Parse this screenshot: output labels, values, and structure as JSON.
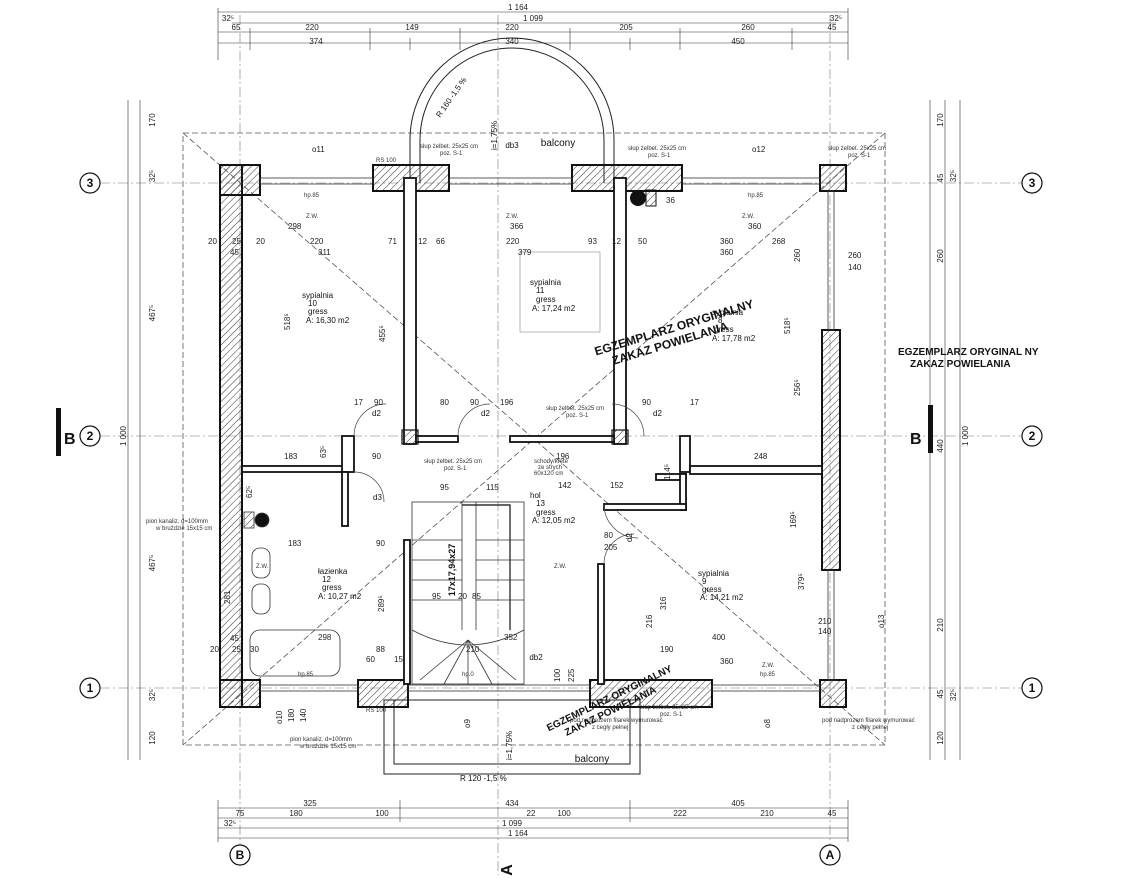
{
  "axes": {
    "a1": "1",
    "a2": "2",
    "a3": "3",
    "b": "B",
    "a": "A"
  },
  "dims_top": {
    "overall": "1 164",
    "inner": "1 099",
    "left_a": "32⁵",
    "right_a": "32⁵",
    "r1": [
      "65",
      "220",
      "149",
      "220",
      "205",
      "260",
      "45"
    ],
    "r2": [
      "374",
      "340",
      "450"
    ]
  },
  "dims_bottom": {
    "overall": "1 164",
    "inner": "1 099",
    "left": "32⁵",
    "r1": [
      "325",
      "434",
      "405"
    ],
    "r2": [
      "75",
      "180",
      "100",
      "22",
      "100",
      "222",
      "210",
      "45"
    ]
  },
  "dims_left": {
    "total": "1 000",
    "d1": "170",
    "d2": "32⁵",
    "d3": "467⁵",
    "d4": "467⁵",
    "d5": "32⁵",
    "d6": "120"
  },
  "dims_right": {
    "total": "1 000",
    "d1": "170",
    "d2": "45",
    "d3": "260",
    "d4": "440",
    "d5": "210",
    "d6": "45",
    "d7": "120",
    "d8": "32⁵",
    "d9": "32⁵"
  },
  "rooms": [
    {
      "name": "sypialnia",
      "num": "10",
      "floor": "gress",
      "area": "A: 16,30 m2"
    },
    {
      "name": "sypialnia",
      "num": "11",
      "floor": "gress",
      "area": "A: 17,24 m2"
    },
    {
      "name": "sypialnia",
      "num": "8",
      "floor": "gress",
      "area": "A: 17,78 m2"
    },
    {
      "name": "hol",
      "num": "13",
      "floor": "gress",
      "area": "A: 12,05 m2"
    },
    {
      "name": "łazienka",
      "num": "12",
      "floor": "gress",
      "area": "A: 10,27 m2"
    },
    {
      "name": "sypialnia",
      "num": "9",
      "floor": "gress",
      "area": "A: 14,21 m2"
    }
  ],
  "labels": {
    "balcony_top": "balcony",
    "balcony_bottom": "balcony",
    "db3": "db3",
    "db2": "db2",
    "stairs": "17x17,94x27",
    "d2": "d2",
    "d3": "d3",
    "rs100": "RS 100",
    "hp85": "hp.85",
    "hp0": "hp.0",
    "zw": "Z.W.",
    "r120": "R 120  -1,5 %",
    "r_top": "R 160  -1,5 %",
    "slope": "i=1,75%",
    "slup_zelbet": "słup żelbet. 25x25 cm",
    "poz": "poz. S-1",
    "pion_kan_1": "pion kanaliz. d=100mm",
    "pion_kan_2": "w bruździe 15x15 cm",
    "nadproze_1": "pod nadprożem filarek wymurować",
    "nadproze_2": "z cegły pełnej",
    "schody_1": "schody/kręte",
    "schody_2": "ze strych",
    "schody_3": "60x120 cm",
    "o10": "o10",
    "o11": "o11",
    "o12": "o12",
    "o13": "o13",
    "o8": "o8",
    "o9": "o9"
  },
  "watermark": {
    "l1": "EGZEMPLARZ ORYGINALNY",
    "l2": "ZAKAZ POWIELANIA",
    "l1b": "EGZEMPLARZ ORYGINAL NY"
  },
  "inner_dims": {
    "n298": "298",
    "n366": "366",
    "n360": "360",
    "n220": "220",
    "n71": "71",
    "n12": "12",
    "n66": "66",
    "n93": "93",
    "n50": "50",
    "n268": "268",
    "n311": "311",
    "n379": "379",
    "n20": "20",
    "n25": "25",
    "n45": "45",
    "n183": "183",
    "n95": "95",
    "n115": "115",
    "n142": "142",
    "n152": "152",
    "n248": "248",
    "n196": "196",
    "n90": "90",
    "n17": "17",
    "n80": "80",
    "n205": "205",
    "n316": "316",
    "n216": "216",
    "n400": "400",
    "n190": "190",
    "n352": "352",
    "n210": "210",
    "n100": "100",
    "n225": "225",
    "n60": "60",
    "n15": "15",
    "n30": "30",
    "n88": "88",
    "n455": "455⁵",
    "n518": "518⁵",
    "n256": "256⁵",
    "n169": "169⁵",
    "n379b": "379⁵",
    "n281": "281",
    "n289": "289⁵",
    "n260": "260",
    "n140": "140",
    "n114": "114⁵",
    "n63": "63⁵",
    "n62": "62⁵",
    "n180": "180",
    "n45b": "45",
    "n36": "36",
    "n85": "85"
  }
}
